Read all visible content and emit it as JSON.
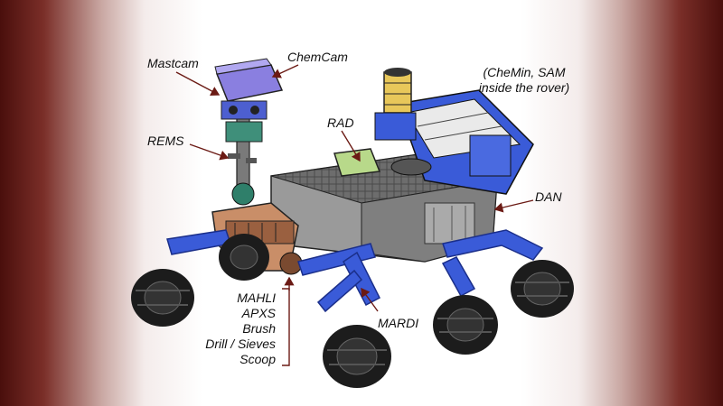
{
  "diagram": {
    "labels": {
      "mastcam": "Mastcam",
      "chemcam": "ChemCam",
      "chemin_sam_line1": "(CheMin, SAM",
      "chemin_sam_line2": "inside the rover)",
      "rems": "REMS",
      "rad": "RAD",
      "dan": "DAN",
      "mardi": "MARDI",
      "mahli": "MAHLI",
      "apxs": "APXS",
      "brush": "Brush",
      "drill_sieves": "Drill / Sieves",
      "scoop": "Scoop"
    },
    "colors": {
      "background_edge": "#4a0f0c",
      "background_center": "#ffffff",
      "arrow": "#6b1a14",
      "rover_blue": "#3a5bd8",
      "chemcam_purple": "#8a7fe0",
      "rad_green": "#b8d98a",
      "wheel": "#1c1c1c",
      "body_gray": "#8d8d8d"
    }
  }
}
